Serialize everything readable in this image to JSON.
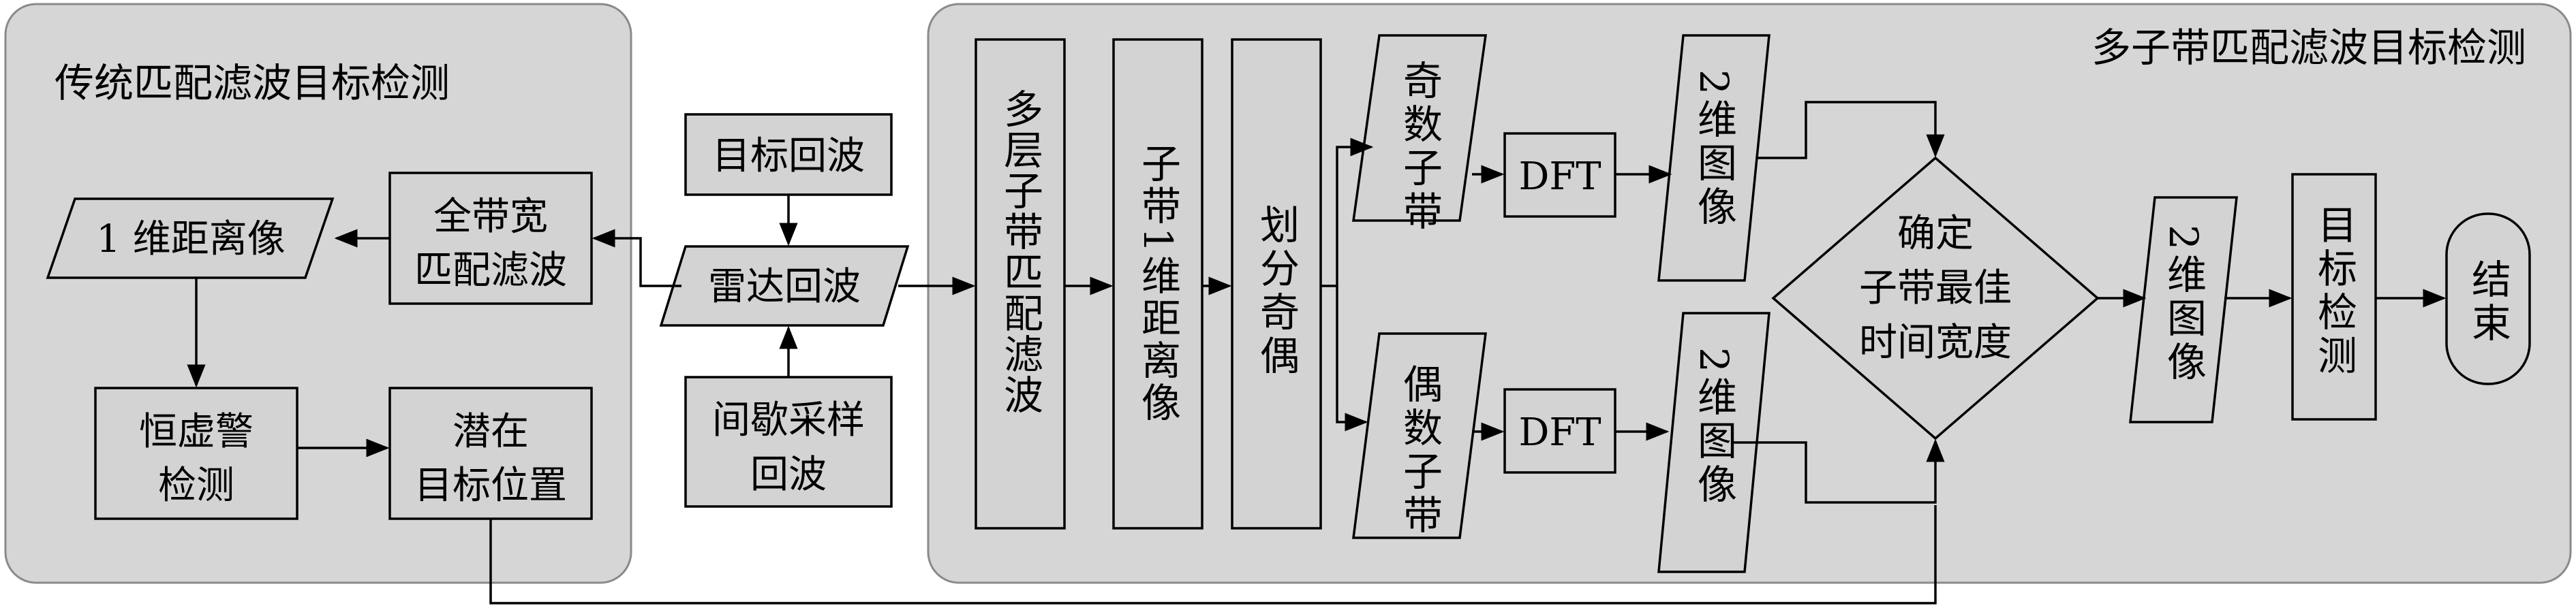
{
  "panels": {
    "left_title": "传统匹配滤波目标检测",
    "right_title": "多子带匹配滤波目标检测"
  },
  "nodes": {
    "target_echo": "目标回波",
    "radar_echo": "雷达回波",
    "intermittent_echo": [
      "间歇采样",
      "回波"
    ],
    "full_band_filter": [
      "全带宽",
      "匹配滤波"
    ],
    "range_profile_1d": "1 维距离像",
    "cfar": [
      "恒虚警",
      "检测"
    ],
    "potential_location": [
      "潜在",
      "目标位置"
    ],
    "multilayer_filter": "多层子带匹配滤波",
    "subband_range_profile": "子带1维距离像",
    "split_odd_even": "划分奇偶",
    "odd_subband": "奇数子带",
    "even_subband": "偶数子带",
    "dft_top": "DFT",
    "dft_bottom": "DFT",
    "image_2d_top": "2维图像",
    "image_2d_bottom": "2维图像",
    "best_width": [
      "确定",
      "子带最佳",
      "时间宽度"
    ],
    "image_2d_out": "2维图像",
    "target_detection": "目标检测",
    "end": "结束"
  },
  "colors": {
    "panel_fill": "#d6d6d6",
    "panel_border": "#8a8a8a",
    "box_fill": "#d3d3d3",
    "line": "#000000"
  }
}
